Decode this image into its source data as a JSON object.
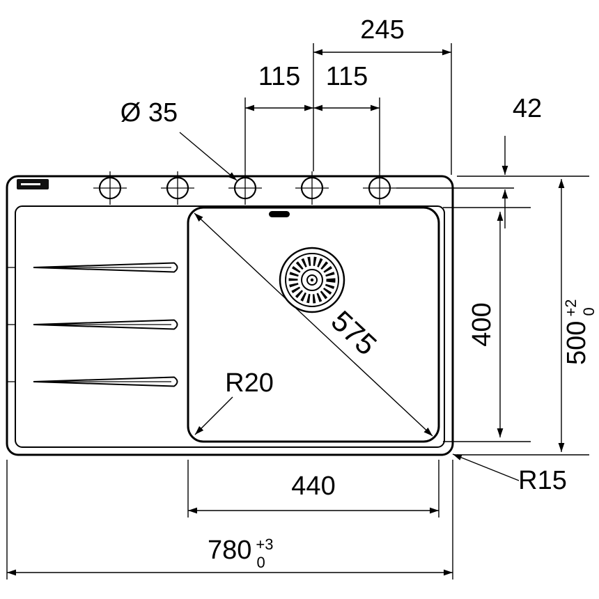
{
  "colors": {
    "line": "#000000",
    "background": "#ffffff",
    "logo_fill": "#111111"
  },
  "icons": {
    "logo_box": "brand-logo-black-box"
  },
  "dimensions": {
    "top_width": "245",
    "hole_pitch_left": "115",
    "hole_pitch_right": "115",
    "tap_hole_diameter": "Ø 35",
    "edge_to_hole_axis": "42",
    "bowl_diagonal": "575",
    "bowl_corner_radius": "R20",
    "bowl_depth_front_back": "400",
    "overall_depth": {
      "value": "500",
      "tol_upper": "+2",
      "tol_lower": "0"
    },
    "bowl_width": "440",
    "overall_width": {
      "value": "780",
      "tol_upper": "+3",
      "tol_lower": "0"
    },
    "outer_corner_radius": "R15"
  }
}
